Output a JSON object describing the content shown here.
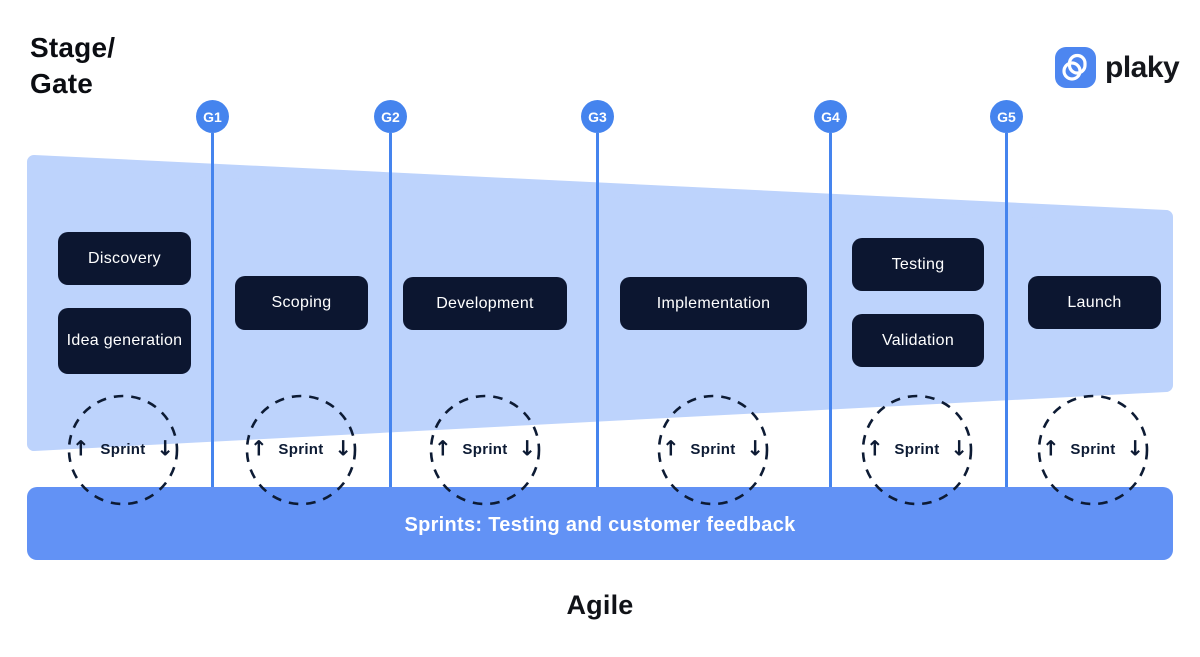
{
  "header": {
    "title": "Stage/\nGate",
    "brand_name": "plaky"
  },
  "gates": [
    {
      "label": "G1"
    },
    {
      "label": "G2"
    },
    {
      "label": "G3"
    },
    {
      "label": "G4"
    },
    {
      "label": "G5"
    }
  ],
  "stages": [
    {
      "label": "Discovery"
    },
    {
      "label": "Idea generation"
    },
    {
      "label": "Scoping"
    },
    {
      "label": "Development"
    },
    {
      "label": "Implementation"
    },
    {
      "label": "Testing"
    },
    {
      "label": "Validation"
    },
    {
      "label": "Launch"
    }
  ],
  "sprint": {
    "label": "Sprint",
    "up_arrow": "↑",
    "down_arrow": "↓",
    "count": 6
  },
  "bottom_bar": {
    "label": "Sprints: Testing and customer feedback"
  },
  "footer": {
    "label": "Agile"
  },
  "colors": {
    "funnel_light_blue": "#bdd3fc",
    "gate_blue": "#4584ee",
    "bar_blue": "#6292f5",
    "stage_navy": "#0c1630",
    "sprint_navy": "#0d1b34",
    "logo_blue": "#4d86f0",
    "text_dark": "#0b0d12",
    "text_white": "#ffffff"
  }
}
